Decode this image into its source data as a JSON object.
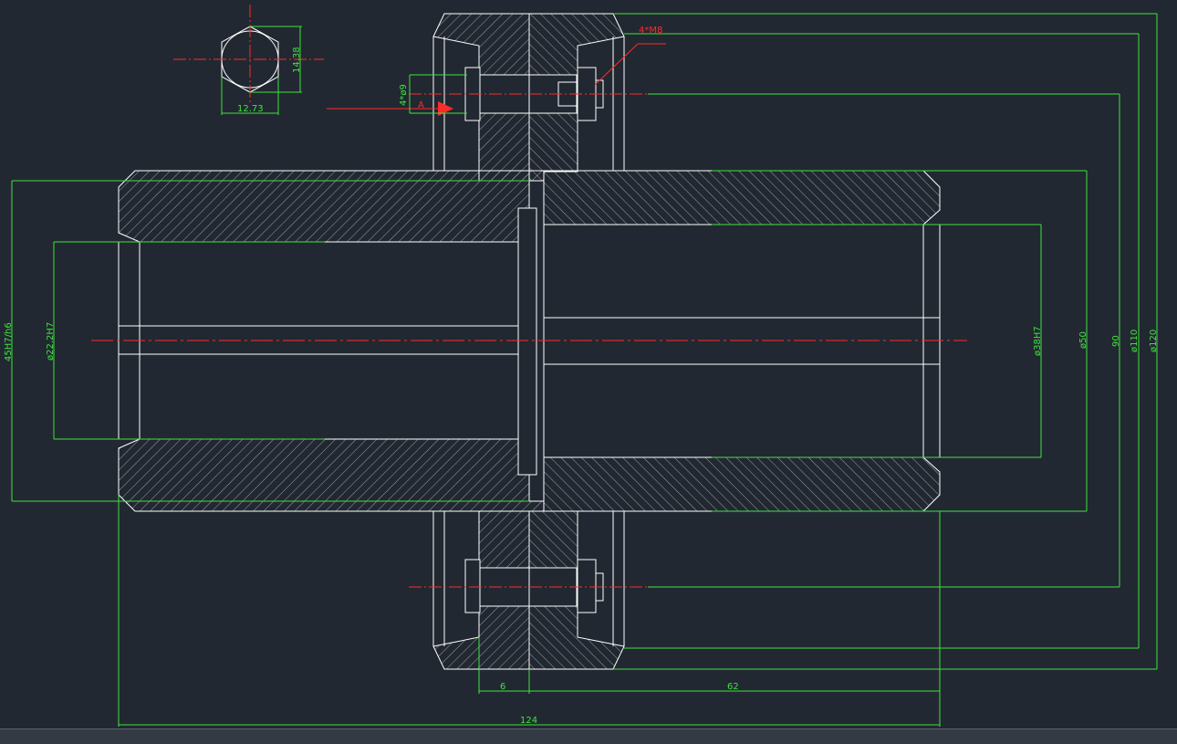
{
  "colors": {
    "background": "#222831",
    "outline": "#ffffff",
    "dimension": "#3ee23e",
    "centerline": "#ff2a2a"
  },
  "icons": {
    "hex_nut": "hexagon-nut-icon",
    "section_arrow": "triangle-arrow-icon"
  },
  "dimensions": {
    "hex_height": "14.38",
    "hex_width": "12.73",
    "bolt_callout": "4*M8",
    "hole_callout": "4*ø9",
    "section_label": "A",
    "d_fit_outer": "45H7/h6",
    "d_bore_left": "ø22.2H7",
    "d_bore_right": "ø38H7",
    "d_hub": "ø50",
    "d_bolt_circle": "90",
    "d_flange": "ø110",
    "d_outer": "ø120",
    "len_6": "6",
    "len_62": "62",
    "len_total": "124"
  }
}
